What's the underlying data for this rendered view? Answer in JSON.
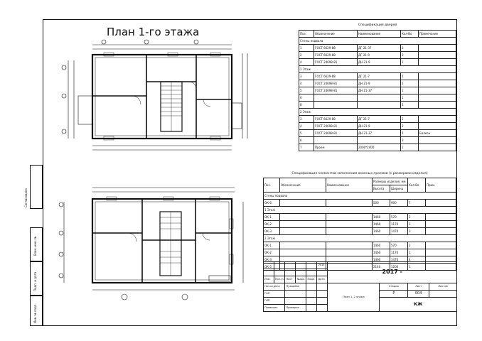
{
  "sheet": {
    "plan_title": "План 1-го этажа"
  },
  "doors_spec": {
    "caption": "Спецификация дверей",
    "headers": [
      "Поз.",
      "Обозначение",
      "Наименование",
      "Кол-Во",
      "Примечание"
    ],
    "rows": [
      [
        "Стены подвала",
        "",
        "",
        "",
        ""
      ],
      [
        "1",
        "ГОСТ 6629-88",
        "ДГ 21-37",
        "2",
        ""
      ],
      [
        "2",
        "ГОСТ 6629-88",
        "ДГ 21-9",
        "3",
        ""
      ],
      [
        "4",
        "ГОСТ 24698-81",
        "ДН 21-9",
        "1",
        ""
      ],
      [
        "1 Этаж",
        "",
        "",
        "",
        ""
      ],
      [
        "3",
        "ГОСТ 6629-88",
        "ДГ 21-7",
        "1",
        ""
      ],
      [
        "4",
        "ГОСТ 24698-81",
        "ДН 21-9",
        "2",
        ""
      ],
      [
        "5",
        "ГОСТ 24698-81",
        "ДН 21-37",
        "1",
        ""
      ],
      [
        "6",
        "",
        "",
        "1",
        ""
      ],
      [
        "8",
        "",
        "",
        "1",
        ""
      ],
      [
        "2 Этаж",
        "",
        "",
        "",
        ""
      ],
      [
        "3",
        "ГОСТ 6629-88",
        "ДГ 21-7",
        "1",
        ""
      ],
      [
        "4",
        "ГОСТ 24698-81",
        "ДН 21-9",
        "2",
        ""
      ],
      [
        "5",
        "ГОСТ 24698-81",
        "ДН 21-37",
        "1",
        "Балкон"
      ],
      [
        "6",
        "",
        "",
        "3",
        ""
      ],
      [
        "7",
        "Проем",
        "2000*2400",
        "1",
        ""
      ]
    ]
  },
  "windows_spec": {
    "caption": "Спецификация элементов заполнения оконных проемов (с размерами изделия)",
    "headers": [
      "Поз.",
      "Обозначение",
      "Наименование",
      "Размеры изделия, мм",
      "Высота",
      "Ширина",
      "Кол-Во",
      "Прим."
    ],
    "rows": [
      [
        "Стены подвала",
        "",
        "",
        "",
        "",
        "",
        ""
      ],
      [
        "ОК-6",
        "",
        "",
        "500",
        "900",
        "7",
        ""
      ],
      [
        "1 Этаж",
        "",
        "",
        "",
        "",
        "",
        ""
      ],
      [
        "ОК-1",
        "",
        "",
        "1460",
        "570",
        "2",
        ""
      ],
      [
        "ОК-2",
        "",
        "",
        "1460",
        "1170",
        "1",
        ""
      ],
      [
        "ОК-3",
        "",
        "",
        "1460",
        "1470",
        "3",
        ""
      ],
      [
        "2 Этаж",
        "",
        "",
        "",
        "",
        "",
        ""
      ],
      [
        "ОК-1",
        "",
        "",
        "1460",
        "570",
        "2",
        ""
      ],
      [
        "ОК-2",
        "",
        "",
        "1460",
        "1170",
        "1",
        ""
      ],
      [
        "ОК-3",
        "",
        "",
        "1460",
        "1470",
        "4",
        ""
      ],
      [
        "ОК-5",
        "",
        "",
        "2140",
        "1200",
        "1",
        ""
      ]
    ]
  },
  "stamp": {
    "code": "2017 -",
    "year_cell": "2015",
    "col_headers": [
      "Изм.",
      "Кол.уч",
      "Лист",
      "№док.",
      "Подп.",
      "Дата"
    ],
    "roles": [
      "Нач.отдела",
      "ГАП",
      "ГИП",
      "Проверил"
    ],
    "names": [
      "Пузырёва",
      "",
      "",
      "Проверил"
    ],
    "stage_header": "Стадия",
    "sheet_header": "Лист",
    "sheets_header": "Листов",
    "stage": "Р",
    "sheet_no": "004",
    "sheet_name": "План 1, 2 этажа",
    "mark": "КЖ"
  },
  "side_labels": [
    "Согласовано",
    "Взам. инв. №",
    "Подп. и дата",
    "Инв. № подл."
  ]
}
